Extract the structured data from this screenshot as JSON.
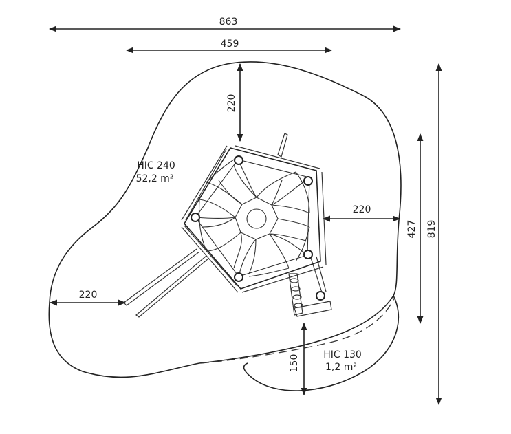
{
  "dimensions": {
    "overall_width": "863",
    "structure_width": "459",
    "top_clearance": "220",
    "right_clearance": "220",
    "left_clearance": "220",
    "bottom_clearance": "150",
    "height_inner": "427",
    "overall_height": "819"
  },
  "zones": {
    "main": {
      "hic": "HIC 240",
      "area": "52,2 m²"
    },
    "secondary": {
      "hic": "HIC 130",
      "area": "1,2 m²"
    }
  }
}
